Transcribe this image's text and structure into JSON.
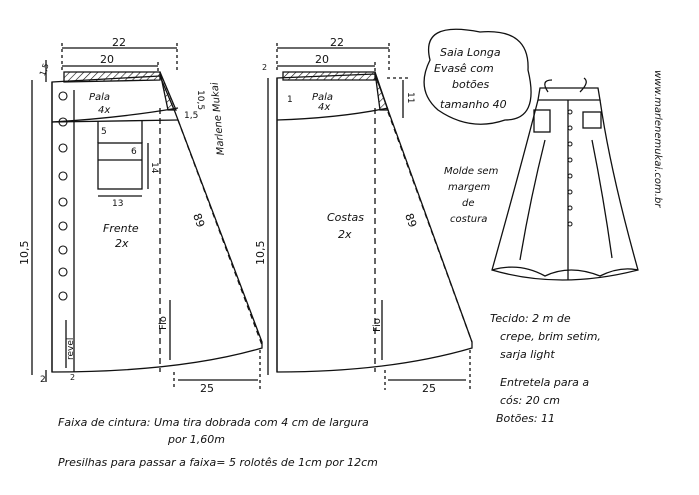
{
  "front": {
    "width_total": "22",
    "width_waist": "20",
    "top_margin": "1,5",
    "side_height": "10,5",
    "bottom_margin": "2",
    "yoke_label": "Pala",
    "yoke_count": "4x",
    "yoke_height": "10,5",
    "yoke_side": "1,5",
    "pocket_top": "5",
    "pocket_inner": "6",
    "pocket_height": "14",
    "pocket_width": "13",
    "diag": "89",
    "piece_name": "Frente",
    "piece_count": "2x",
    "grain": "Fio",
    "facing": "revel",
    "hem_ext": "25",
    "bottom_small": "2",
    "signature": "Marlene Mukai"
  },
  "back": {
    "width_total": "22",
    "width_waist": "20",
    "top_margin": "2",
    "side_height": "10,5",
    "yoke_label": "Pala",
    "yoke_count": "4x",
    "yoke_height": "11",
    "yoke_left": "1",
    "diag": "89",
    "piece_name": "Costas",
    "piece_count": "2x",
    "grain": "Fio",
    "hem_ext": "25"
  },
  "title": {
    "line1": "Saia Longa",
    "line2": "Evasê com",
    "line3": "botões",
    "line4": "tamanho 40"
  },
  "no_seam": {
    "line1": "Molde sem",
    "line2": "margem",
    "line3": "de",
    "line4": "costura"
  },
  "website": "www.marlenemukai.com.br",
  "materials": {
    "fabric": "Tecido: 2 m de",
    "fabric2": "crepe, brim setim,",
    "fabric3": "sarja light",
    "interfacing": "Entretela para a",
    "interfacing2": "cós: 20 cm",
    "buttons": "Botões: 11"
  },
  "notes": {
    "waist": "Faixa de cintura: Uma tira dobrada com 4 cm de largura",
    "waist2": "por 1,60m",
    "loops": "Presilhas para passar a faixa= 5 rolotês de 1cm por 12cm"
  }
}
